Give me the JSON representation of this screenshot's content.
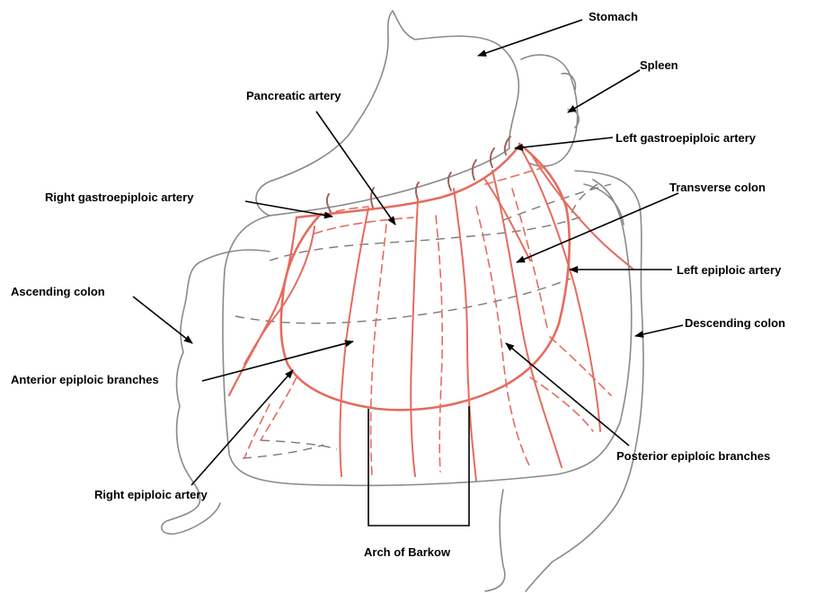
{
  "colors": {
    "organ_outline": "#8a8a8a",
    "artery": "#e46c5e",
    "pointer": "#000000",
    "background": "#ffffff"
  },
  "labels": {
    "stomach": "Stomach",
    "spleen": "Spleen",
    "pancreatic_artery": "Pancreatic artery",
    "left_gastroepiploic_artery": "Left gastroepiploic artery",
    "right_gastroepiploic_artery": "Right gastroepiploic artery",
    "transverse_colon": "Transverse colon",
    "left_epiploic_artery": "Left epiploic artery",
    "ascending_colon": "Ascending colon",
    "descending_colon": "Descending colon",
    "anterior_epiploic_branches": "Anterior epiploic branches",
    "posterior_epiploic_branches": "Posterior epiploic branches",
    "right_epiploic_artery": "Right epiploic artery",
    "arch_of_barkow": "Arch of Barkow"
  }
}
